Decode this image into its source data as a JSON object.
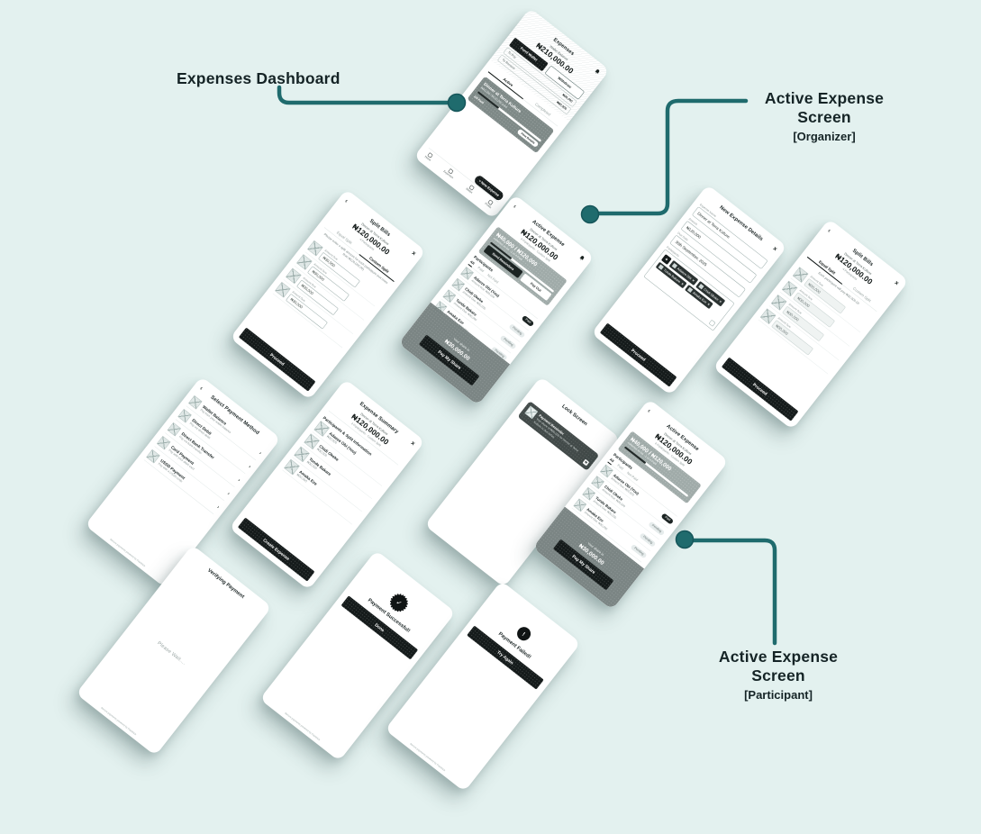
{
  "canvas": {
    "bg": "#e3f1ef",
    "accent": "#1f6b6d",
    "ink": "#152426"
  },
  "icons": {
    "back": "‹",
    "close": "×",
    "chevron": "›",
    "plus": "+",
    "check": "✓",
    "alert": "!",
    "naira": "₦"
  },
  "annotations": {
    "dashboard_label": "Expenses Dashboard",
    "organizer_label": "Active Expense Screen",
    "organizer_sub": "[Organizer]",
    "participant_label": "Active Expense Screen",
    "participant_sub": "[Participant]"
  },
  "dashboard": {
    "title": "Expenses",
    "balance_label": "Wallet Balance",
    "balance": "₦210,000.00",
    "fund_btn": "Fund Wallet",
    "withdraw_btn": "Withdraw",
    "stats": [
      {
        "label": "To Pay",
        "value": "₦30,000"
      },
      {
        "label": "To Receive",
        "value": "₦90,000"
      }
    ],
    "tab_active": "Active",
    "tab_completed": "Completed",
    "card": {
      "name": "Dinner at Terra Kulture",
      "due": "₦40,000 / ₦120,000 paid",
      "paid": "2/4 Paid",
      "view_btn": "View Details",
      "progress_style": "width:33%"
    },
    "nav": [
      {
        "label": "Home"
      },
      {
        "label": "Expenses"
      },
      {
        "label": "Wallet"
      },
      {
        "label": "Profile"
      }
    ],
    "fab": "+ New Expense"
  },
  "split_custom": {
    "title": "Split Bills",
    "expense": "Dinner at Terra Kulture",
    "amount": "₦120,000.00",
    "members_label": "4 Participants",
    "tab_equal": "Equal Split",
    "tab_custom": "Custom Split",
    "helper": "Please enter a split amount for each participant (not more than ₦120,000.00)",
    "field_label": "Amount Due",
    "field_value": "₦30,000",
    "proceed": "Proceed"
  },
  "split_equal": {
    "title": "Split Bills",
    "expense": "Dinner at Terra Kulture",
    "amount": "₦120,000.00",
    "members_label": "4 Participants",
    "tab_equal": "Equal Split",
    "tab_custom": "Custom Split",
    "helper": "Each participant will pay ₦30,000.00",
    "field_label": "Amount Due",
    "field_value": "₦30,000",
    "proceed": "Proceed"
  },
  "active": {
    "title": "Active Expense",
    "expense": "Dinner at Terra Kulture",
    "amount": "₦120,000.00",
    "meta": "4 Participants · Custom Split",
    "progress": {
      "paid": "₦40,000 / ₦120,000",
      "caption": "collected so far · 1 of 4 Paid",
      "style": "width:33%",
      "send_reminders": "Send Reminders",
      "pay_out": "Pay Out"
    },
    "participants_label": "Participants",
    "filters": [
      {
        "label": "All"
      },
      {
        "label": "Paid"
      },
      {
        "label": "Not Paid"
      }
    ],
    "members": [
      {
        "name": "Adaeze Obi (You)",
        "due": "Amount Due: ₦30,000",
        "status": "Paid"
      },
      {
        "name": "Chidi Okeke",
        "due": "Amount Due: ₦30,000",
        "status": "Pending"
      },
      {
        "name": "Tunde Bakare",
        "due": "Amount Due: ₦30,000",
        "status": "Pending"
      },
      {
        "name": "Amaka Eze",
        "due": "Amount Due: ₦30,000",
        "status": "Pending"
      }
    ],
    "footer": {
      "share_label": "Your share is",
      "share": "₦30,000.00",
      "pay_btn": "Pay My Share"
    }
  },
  "new_expense": {
    "title": "New Expense Details",
    "fields": [
      {
        "label": "Expense Name",
        "value": "Dinner at Terra Kulture"
      },
      {
        "label": "Amount",
        "value": "₦120,000"
      },
      {
        "label": "Due Date",
        "value": "30th September, 2025"
      }
    ],
    "participants_label": "Participants",
    "chips": [
      {
        "name": "Adaeze Obi"
      },
      {
        "name": "Chidi Okeke"
      },
      {
        "name": "Tunde Bakare"
      },
      {
        "name": "Amaka Eze"
      }
    ],
    "proceed": "Proceed"
  },
  "summary": {
    "title": "Expense Summary",
    "expense": "Dinner at Terra Kulture",
    "amount": "₦120,000.00",
    "meta": "4 Participants · Custom Split",
    "section": "Participants & Split Information",
    "member_amount": "₦30,000",
    "create_btn": "Create Expense"
  },
  "payment_methods": {
    "title": "Select Payment Method",
    "methods": [
      {
        "name": "Wallet Balance",
        "desc": "Pay from your wallet balance"
      },
      {
        "name": "Direct Debit",
        "desc": "Pay via direct debit"
      },
      {
        "name": "Direct Bank Transfer",
        "desc": "Pay via bank transfer"
      },
      {
        "name": "Card Payment",
        "desc": "Pay with your debit card"
      },
      {
        "name": "USSD Payment",
        "desc": "Pay with a USSD code"
      }
    ],
    "footer": "Secure payments powered by Paystack"
  },
  "lock": {
    "title": "Lock Screen",
    "notification": {
      "heading": "Payment Reminder",
      "body": "Your share of ₦30,000 for Dinner at Terra Kulture is due today."
    }
  },
  "verifying": {
    "title": "Verifying Payment",
    "wait": "Please Wait....",
    "footer": "Secure payments powered by Paystack"
  },
  "success": {
    "title": "Payment Successful!",
    "button": "Done",
    "footer": "Secure payments powered by Paystack"
  },
  "failed": {
    "title": "Payment Failed!",
    "button": "Try Again",
    "footer": "Secure payments powered by Paystack"
  }
}
